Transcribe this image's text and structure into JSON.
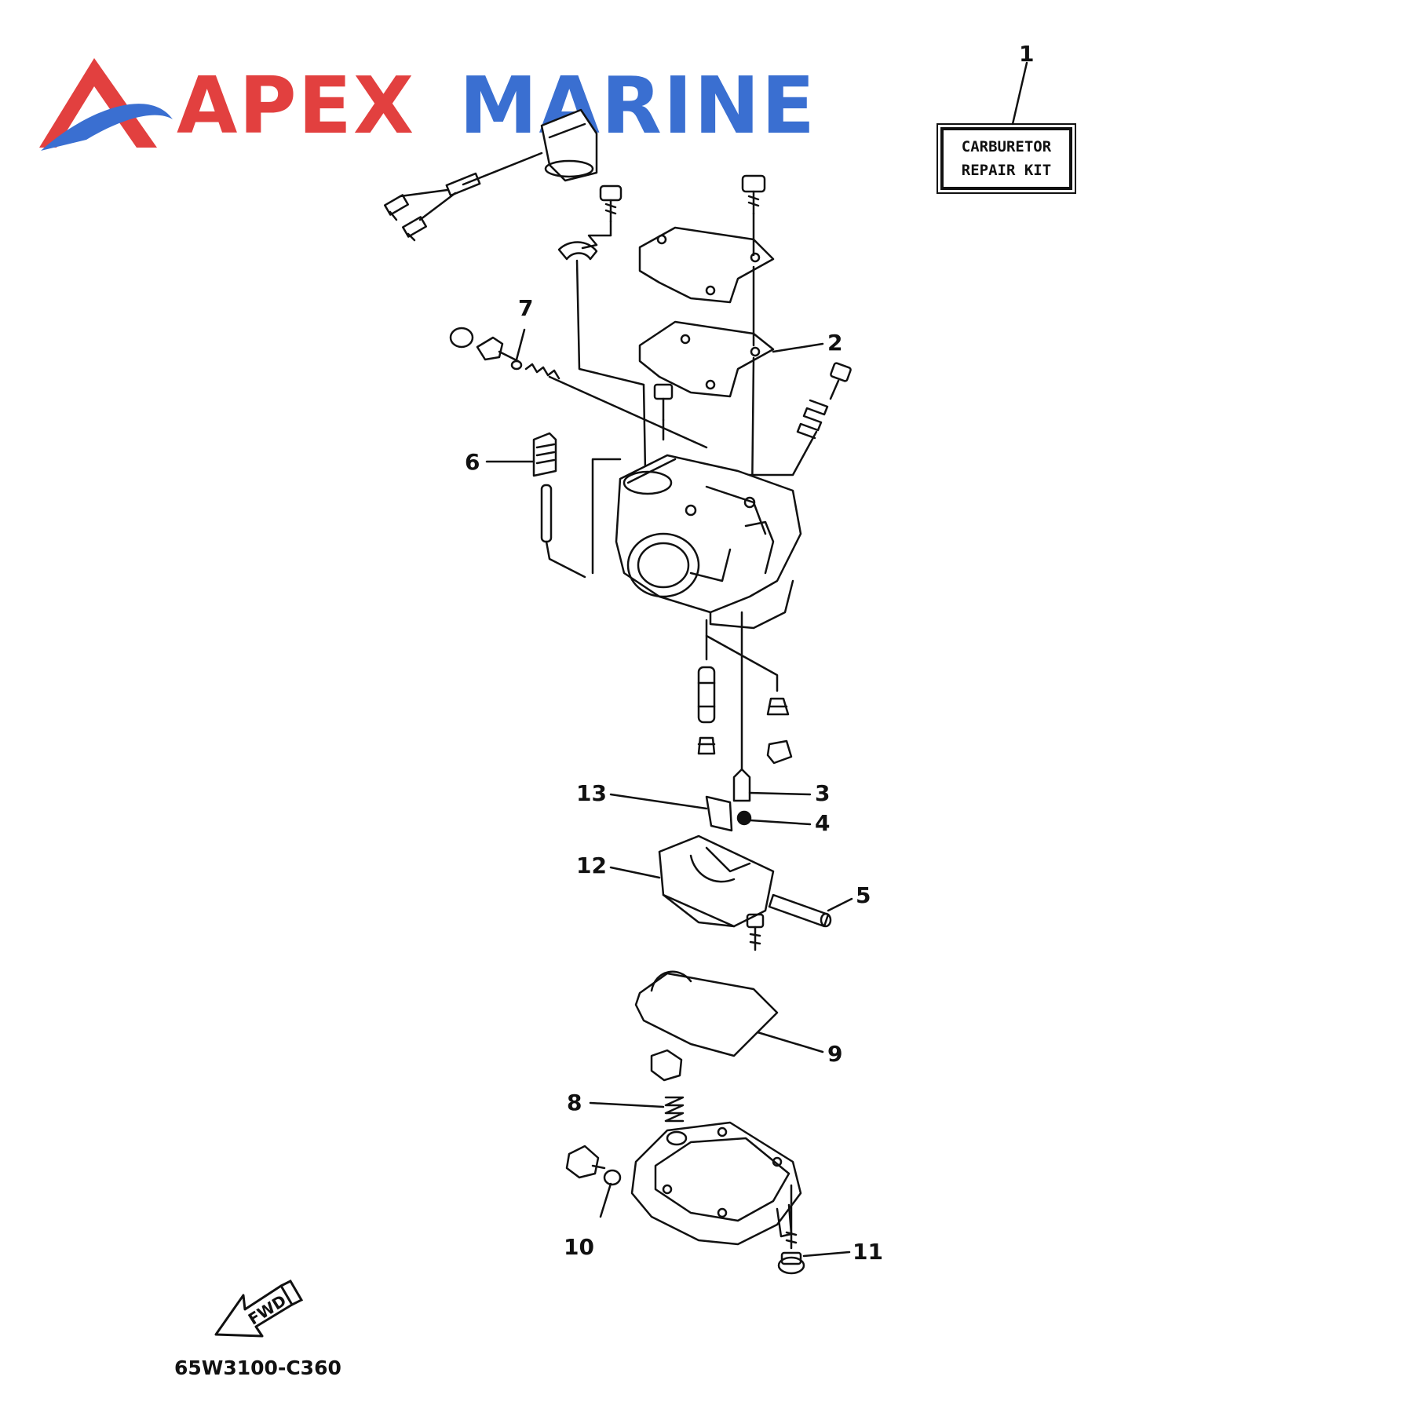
{
  "brand": {
    "word1": "APEX",
    "word2": "MARINE",
    "color1": "#e2403f",
    "color2": "#3a6fd1"
  },
  "kit_label": {
    "line1": "CARBURETOR",
    "line2": "REPAIR KIT"
  },
  "callouts": {
    "c1": "1",
    "c2": "2",
    "c3": "3",
    "c4": "4",
    "c5": "5",
    "c6": "6",
    "c7": "7",
    "c8": "8",
    "c9": "9",
    "c10": "10",
    "c11": "11",
    "c12": "12",
    "c13": "13"
  },
  "direction_label": "FWD",
  "part_reference": "65W3100-C360"
}
